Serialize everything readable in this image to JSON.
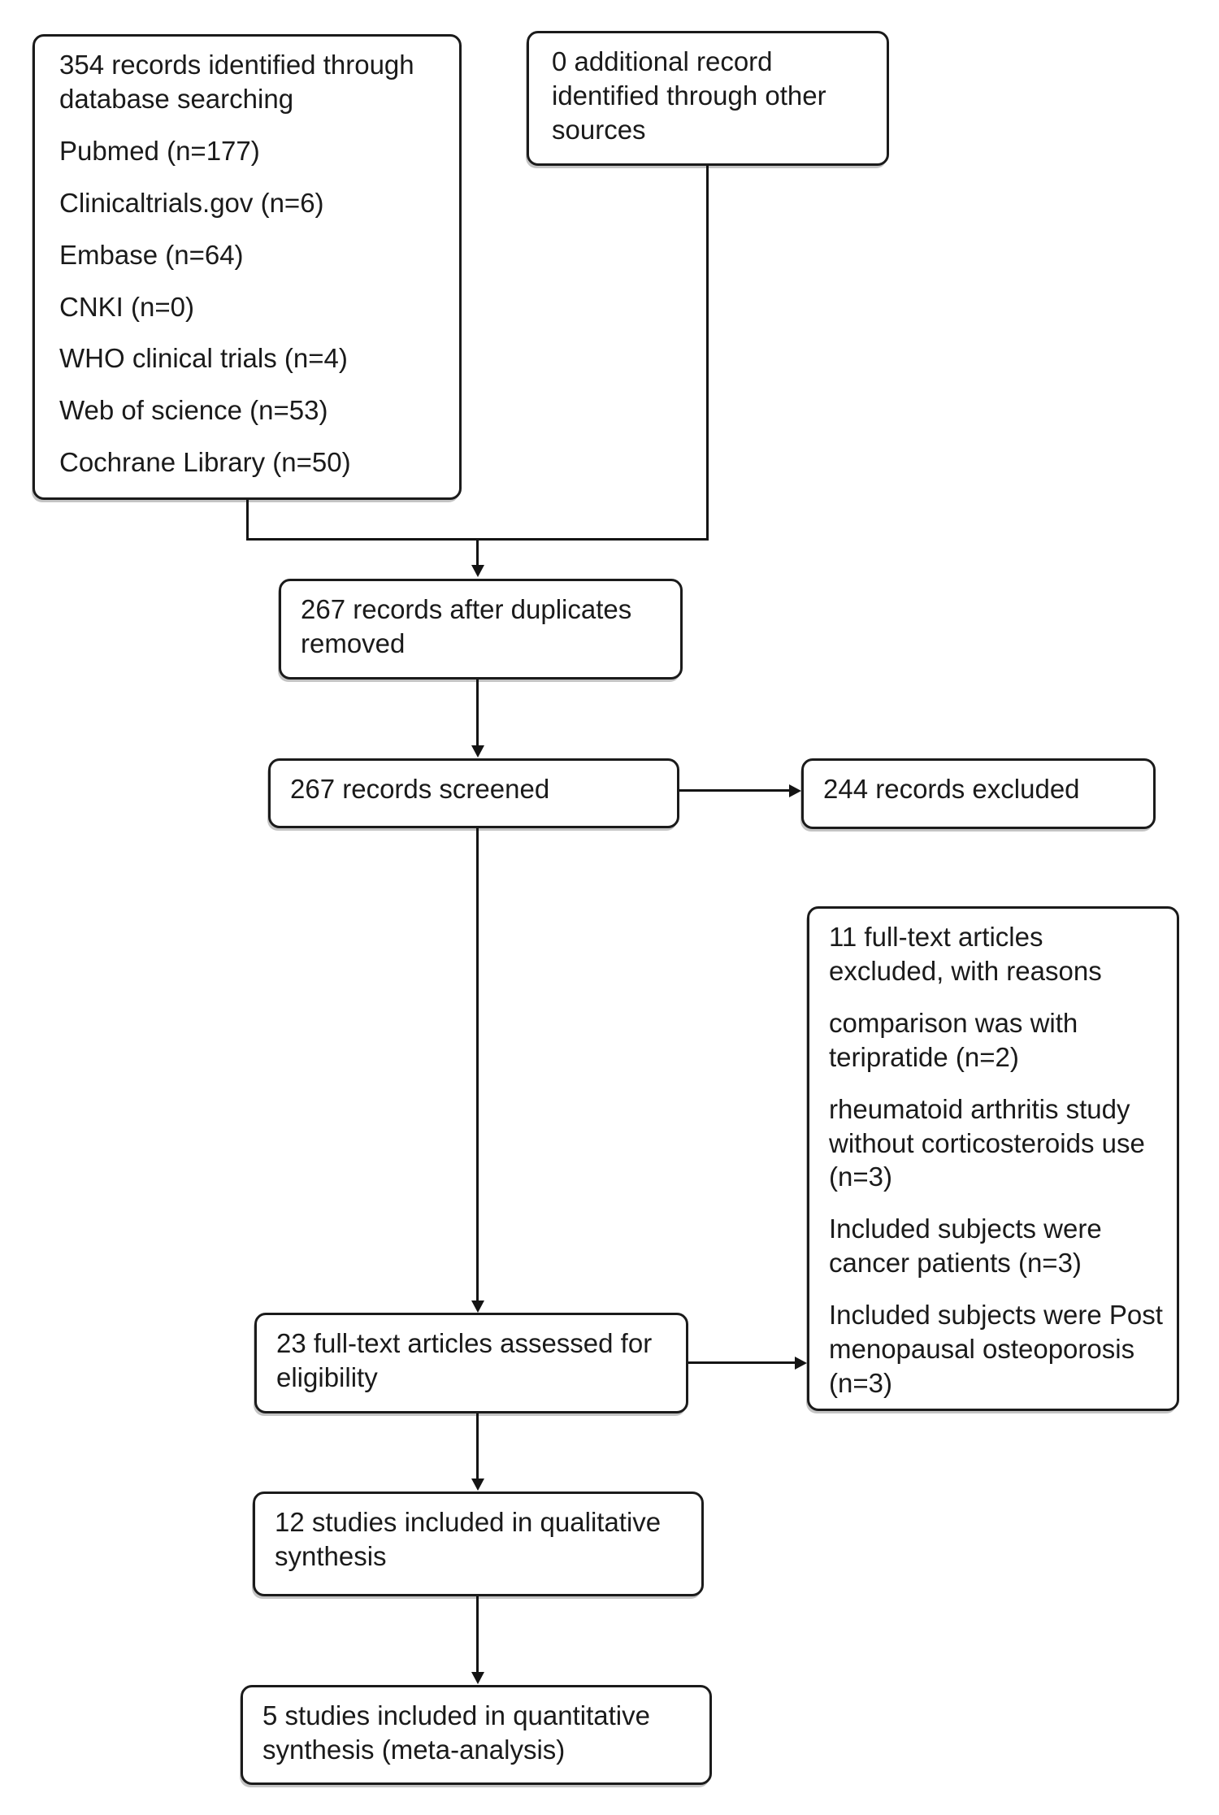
{
  "diagram": {
    "type": "prisma-flow-diagram",
    "colors": {
      "box_border": "#1b1b1b",
      "box_background": "#ffffff",
      "connector_line": "#141414",
      "text": "#1a1a1a",
      "shadow": "#8f8f8f"
    },
    "identification": {
      "heading": "354 records identified through database searching",
      "sources": [
        "Pubmed (n=177)",
        "Clinicaltrials.gov (n=6)",
        "Embase (n=64)",
        "CNKI (n=0)",
        "WHO clinical trials (n=4)",
        "Web of science (n=53)",
        "Cochrane Library (n=50)"
      ]
    },
    "other_sources": "0 additional record identified through other sources",
    "duplicates_removed": "267 records after duplicates removed",
    "screened": "267 records screened",
    "records_excluded": "244 records excluded",
    "assessed": "23 full-text articles assessed for eligibility",
    "fulltext_excluded": {
      "heading": "11 full-text articles excluded, with reasons",
      "reasons": [
        "comparison was with teripratide (n=2)",
        "rheumatoid arthritis study without corticosteroids use (n=3)",
        "Included subjects were cancer patients (n=3)",
        "Included subjects were Post menopausal osteoporosis (n=3)"
      ]
    },
    "qualitative": "12 studies included in qualitative synthesis",
    "quantitative": "5 studies included in quantitative synthesis (meta-analysis)"
  }
}
